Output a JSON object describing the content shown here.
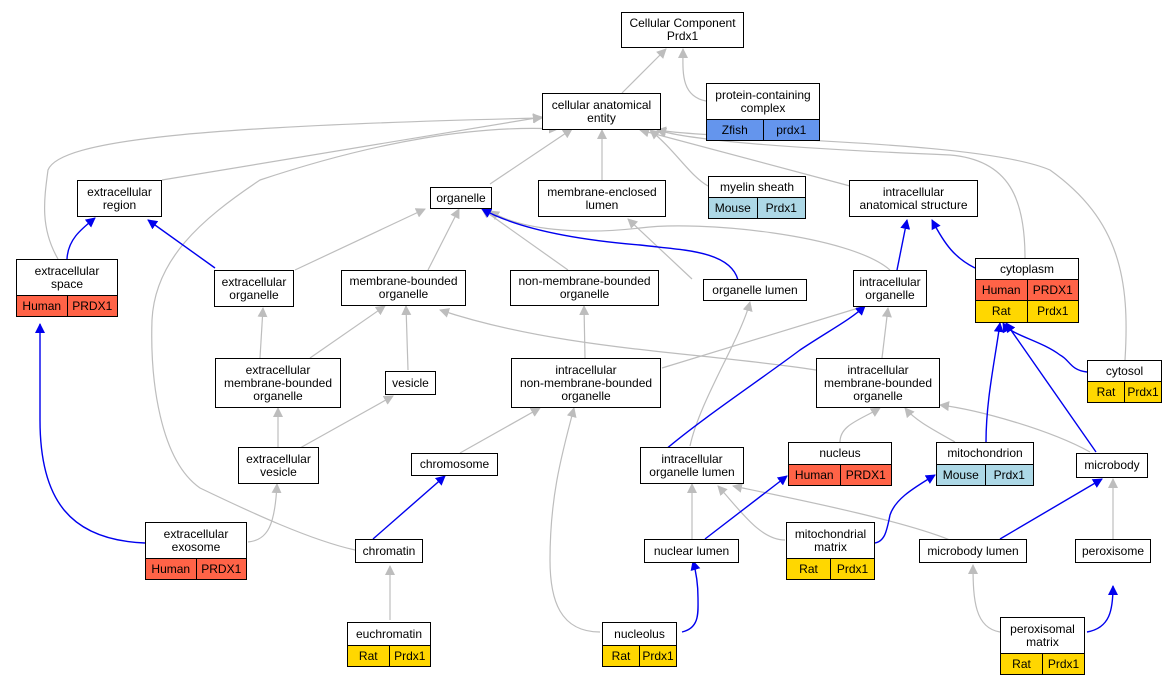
{
  "colors": {
    "Human": "#ff6347",
    "Rat": "#ffd700",
    "Mouse": "#add8e6",
    "Zfish": "#6495ed",
    "edge_isa": "#bdbdbd",
    "edge_partof": "#0000ee"
  },
  "nodes": {
    "root": {
      "label": "Cellular Component\nPrdx1"
    },
    "cae": {
      "label": "cellular anatomical\nentity"
    },
    "pcc": {
      "label": "protein-containing\ncomplex",
      "tags": [
        [
          "Zfish",
          "prdx1"
        ]
      ]
    },
    "er": {
      "label": "extracellular\nregion"
    },
    "organelle": {
      "label": "organelle"
    },
    "mel": {
      "label": "membrane-enclosed\nlumen"
    },
    "myelin": {
      "label": "myelin sheath",
      "tags": [
        [
          "Mouse",
          "Prdx1"
        ]
      ]
    },
    "ias": {
      "label": "intracellular\nanatomical structure"
    },
    "es": {
      "label": "extracellular\nspace",
      "tags": [
        [
          "Human",
          "PRDX1"
        ]
      ]
    },
    "eo": {
      "label": "extracellular\norganelle"
    },
    "mbo": {
      "label": "membrane-bounded\norganelle"
    },
    "nmbo": {
      "label": "non-membrane-bounded\norganelle"
    },
    "ol": {
      "label": "organelle lumen"
    },
    "io": {
      "label": "intracellular\norganelle"
    },
    "cytoplasm": {
      "label": "cytoplasm",
      "tags": [
        [
          "Human",
          "PRDX1"
        ],
        [
          "Rat",
          "Prdx1"
        ]
      ]
    },
    "embo": {
      "label": "extracellular\nmembrane-bounded\norganelle"
    },
    "vesicle": {
      "label": "vesicle"
    },
    "inmbo": {
      "label": "intracellular\nnon-membrane-bounded\norganelle"
    },
    "imbo": {
      "label": "intracellular\nmembrane-bounded\norganelle"
    },
    "cytosol": {
      "label": "cytosol",
      "tags": [
        [
          "Rat",
          "Prdx1"
        ]
      ]
    },
    "ev": {
      "label": "extracellular\nvesicle"
    },
    "chromosome": {
      "label": "chromosome"
    },
    "iol": {
      "label": "intracellular\norganelle lumen"
    },
    "nucleus": {
      "label": "nucleus",
      "tags": [
        [
          "Human",
          "PRDX1"
        ]
      ]
    },
    "mito": {
      "label": "mitochondrion",
      "tags": [
        [
          "Mouse",
          "Prdx1"
        ]
      ]
    },
    "microbody": {
      "label": "microbody"
    },
    "exosome": {
      "label": "extracellular\nexosome",
      "tags": [
        [
          "Human",
          "PRDX1"
        ]
      ]
    },
    "chromatin": {
      "label": "chromatin"
    },
    "nl": {
      "label": "nuclear lumen"
    },
    "mm": {
      "label": "mitochondrial\nmatrix",
      "tags": [
        [
          "Rat",
          "Prdx1"
        ]
      ]
    },
    "mbl": {
      "label": "microbody lumen"
    },
    "peroxisome": {
      "label": "peroxisome"
    },
    "euchromatin": {
      "label": "euchromatin",
      "tags": [
        [
          "Rat",
          "Prdx1"
        ]
      ]
    },
    "nucleolus": {
      "label": "nucleolus",
      "tags": [
        [
          "Rat",
          "Prdx1"
        ]
      ]
    },
    "pm": {
      "label": "peroxisomal\nmatrix",
      "tags": [
        [
          "Rat",
          "Prdx1"
        ]
      ]
    }
  }
}
